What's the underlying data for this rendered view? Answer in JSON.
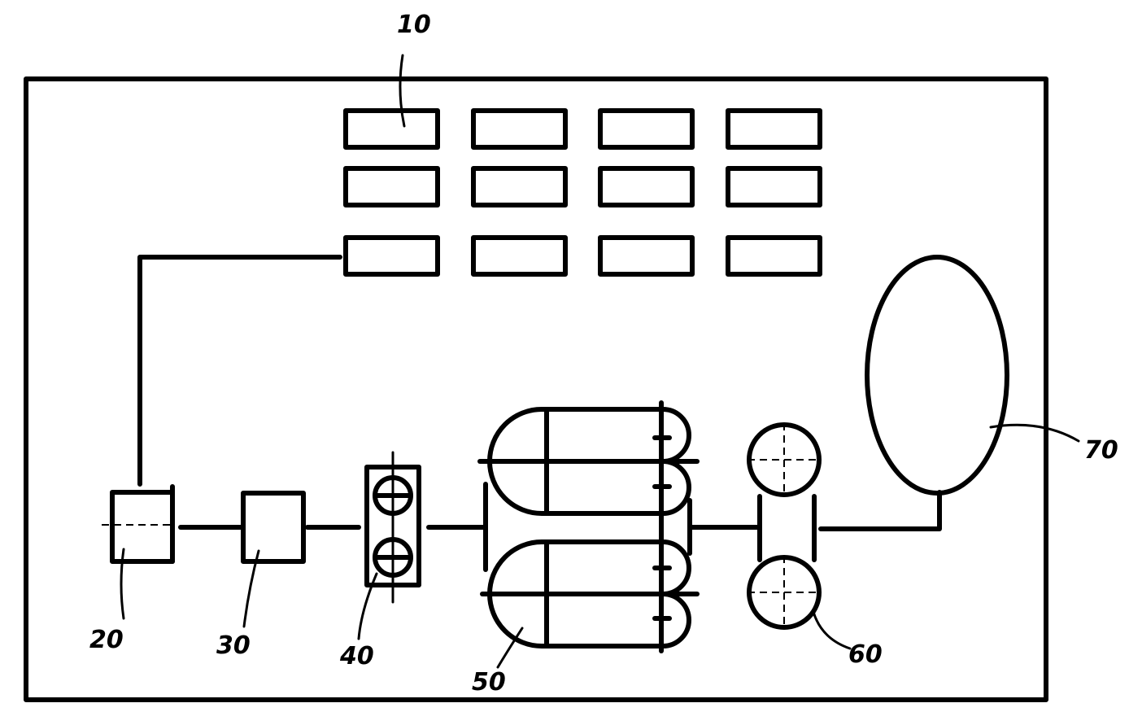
{
  "labels": {
    "panel": "10",
    "unit_20": "20",
    "unit_30": "30",
    "unit_40": "40",
    "unit_50": "50",
    "unit_60": "60",
    "unit_70": "70"
  }
}
